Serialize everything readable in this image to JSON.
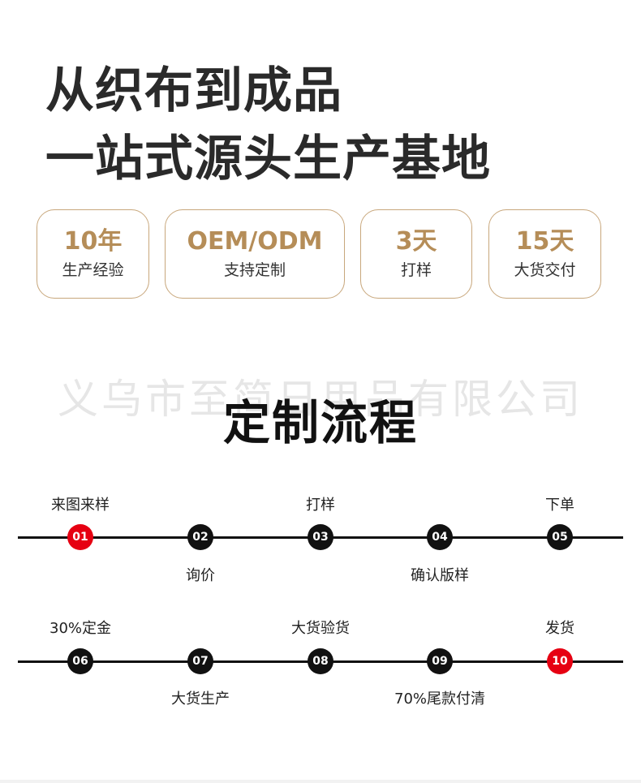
{
  "headline": {
    "line1": "从织布到成品",
    "line2": "一站式源头生产基地"
  },
  "stats": [
    {
      "value": "10年",
      "caption": "生产经验"
    },
    {
      "value": "OEM/ODM",
      "caption": "支持定制"
    },
    {
      "value": "3天",
      "caption": "打样"
    },
    {
      "value": "15天",
      "caption": "大货交付"
    }
  ],
  "watermark": "义乌市至简日用品有限公司",
  "section_title": "定制流程",
  "process": {
    "row1": [
      {
        "num": "01",
        "label": "来图来样",
        "label_pos": "above",
        "highlight": true
      },
      {
        "num": "02",
        "label": "询价",
        "label_pos": "below",
        "highlight": false
      },
      {
        "num": "03",
        "label": "打样",
        "label_pos": "above",
        "highlight": false
      },
      {
        "num": "04",
        "label": "确认版样",
        "label_pos": "below",
        "highlight": false
      },
      {
        "num": "05",
        "label": "下单",
        "label_pos": "above",
        "highlight": false
      }
    ],
    "row2": [
      {
        "num": "06",
        "label": "30%定金",
        "label_pos": "above",
        "highlight": false
      },
      {
        "num": "07",
        "label": "大货生产",
        "label_pos": "below",
        "highlight": false
      },
      {
        "num": "08",
        "label": "大货验货",
        "label_pos": "above",
        "highlight": false
      },
      {
        "num": "09",
        "label": "70%尾款付清",
        "label_pos": "below",
        "highlight": false
      },
      {
        "num": "10",
        "label": "发货",
        "label_pos": "above",
        "highlight": true
      }
    ]
  },
  "colors": {
    "accent_gold": "#b58d58",
    "border_gold": "#c8a77c",
    "highlight_red": "#e60012",
    "node_black": "#111111"
  }
}
